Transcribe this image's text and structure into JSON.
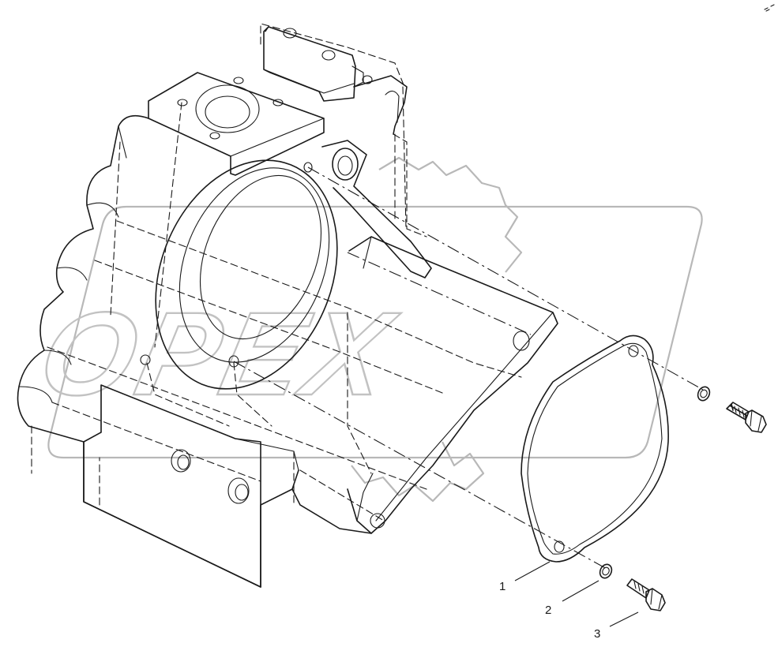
{
  "diagram": {
    "watermark": {
      "text": "OPEX"
    },
    "callouts": [
      {
        "number": "1",
        "part": "cover-plate"
      },
      {
        "number": "2",
        "part": "washer"
      },
      {
        "number": "3",
        "part": "flange-bolt"
      }
    ],
    "line_color": "#1a1a1a",
    "watermark_color": "#c2c2c2",
    "background": "#ffffff"
  }
}
